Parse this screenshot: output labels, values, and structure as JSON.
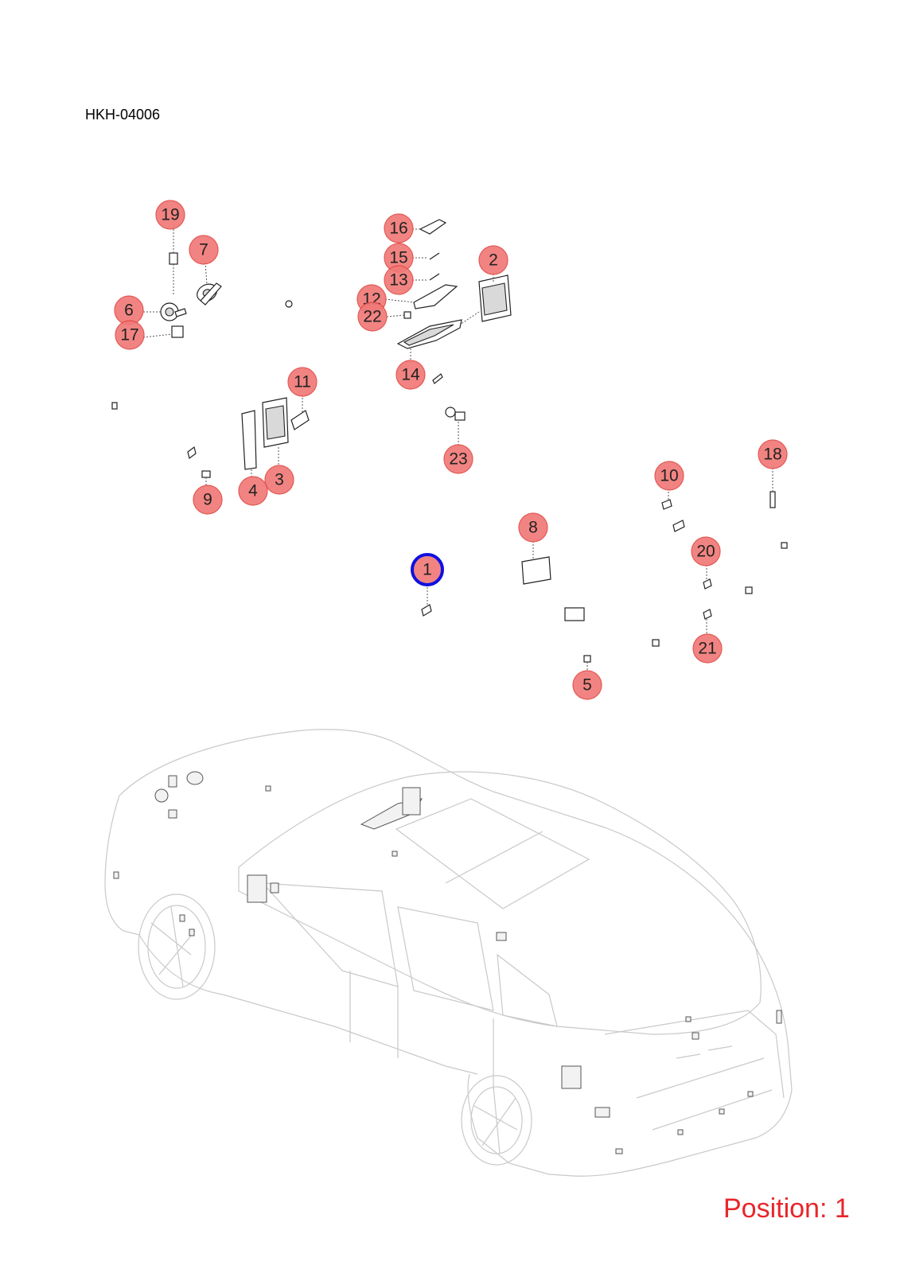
{
  "diagram_id": "HKH-04006",
  "position_label": "Position: 1",
  "highlighted_callout": "1",
  "colors": {
    "callout_fill": "#f07a78",
    "callout_stroke": "#e14b47",
    "highlight_ring": "#1010e0",
    "position_text": "#e8252a"
  },
  "callouts": [
    "1",
    "2",
    "3",
    "4",
    "5",
    "6",
    "7",
    "8",
    "9",
    "10",
    "11",
    "12",
    "13",
    "14",
    "15",
    "16",
    "17",
    "18",
    "19",
    "20",
    "21",
    "22",
    "23"
  ]
}
